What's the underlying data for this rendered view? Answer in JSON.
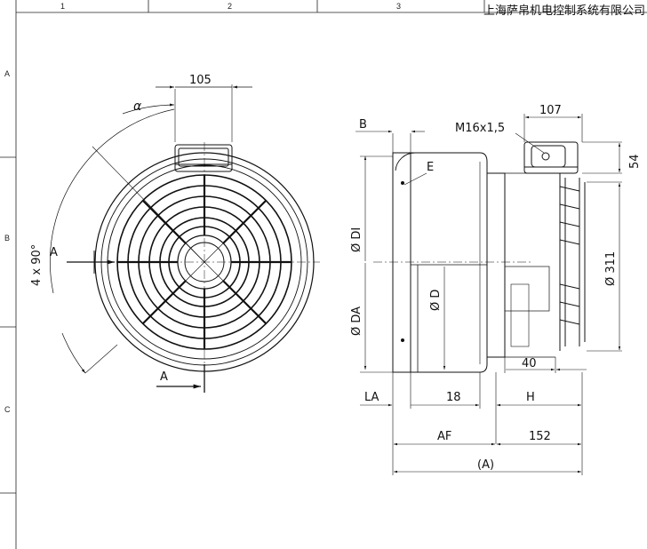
{
  "header": {
    "company": "上海萨帛机电控制系统有限公司",
    "columns": [
      "1",
      "2",
      "3"
    ],
    "rows": [
      "A",
      "B",
      "C"
    ]
  },
  "front_view": {
    "dim_top": "105",
    "angle_symbol": "α",
    "angle_label": "4 x 90°",
    "section_mark_left": "A",
    "section_mark_bottom": "A"
  },
  "side_view": {
    "dim_b": "B",
    "dim_107": "107",
    "thread": "M16x1,5",
    "dim_54": "54",
    "dim_e": "E",
    "dim_di": "Ø DI",
    "dim_d": "Ø D",
    "dim_da": "Ø DA",
    "dim_311": "Ø 311",
    "dim_40": "40",
    "dim_la": "LA",
    "dim_18": "18",
    "dim_h": "H",
    "dim_af": "AF",
    "dim_152": "152",
    "dim_a_total": "(A)"
  },
  "colors": {
    "line": "#111111",
    "background": "#ffffff"
  }
}
